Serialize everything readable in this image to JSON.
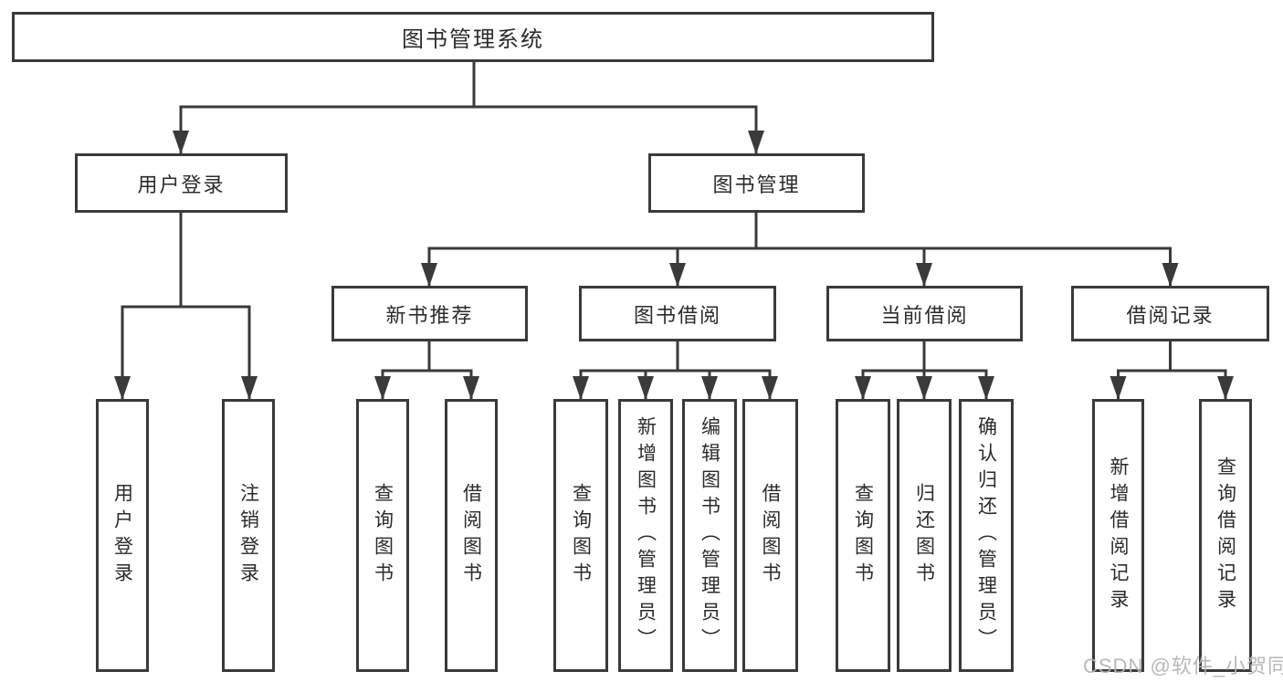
{
  "colors": {
    "line": "#3a3a3a",
    "text": "#2b2b2b",
    "watermark": "#b3b3b3",
    "background": "#ffffff"
  },
  "tree": {
    "label": "图书管理系统",
    "children": [
      {
        "label": "用户登录",
        "children": [
          {
            "label": "用户登录"
          },
          {
            "label": "注销登录"
          }
        ]
      },
      {
        "label": "图书管理",
        "children": [
          {
            "label": "新书推荐",
            "children": [
              {
                "label": "查询图书"
              },
              {
                "label": "借阅图书"
              }
            ]
          },
          {
            "label": "图书借阅",
            "children": [
              {
                "label": "查询图书"
              },
              {
                "label": "新增图书（管理员）"
              },
              {
                "label": "编辑图书（管理员）"
              },
              {
                "label": "借阅图书"
              }
            ]
          },
          {
            "label": "当前借阅",
            "children": [
              {
                "label": "查询图书"
              },
              {
                "label": "归还图书"
              },
              {
                "label": "确认归还（管理员）"
              }
            ]
          },
          {
            "label": "借阅记录",
            "children": [
              {
                "label": "新增借阅记录"
              },
              {
                "label": "查询借阅记录"
              }
            ]
          }
        ]
      }
    ]
  },
  "watermark": {
    "text": "CSDN @软件_小贺同学"
  }
}
